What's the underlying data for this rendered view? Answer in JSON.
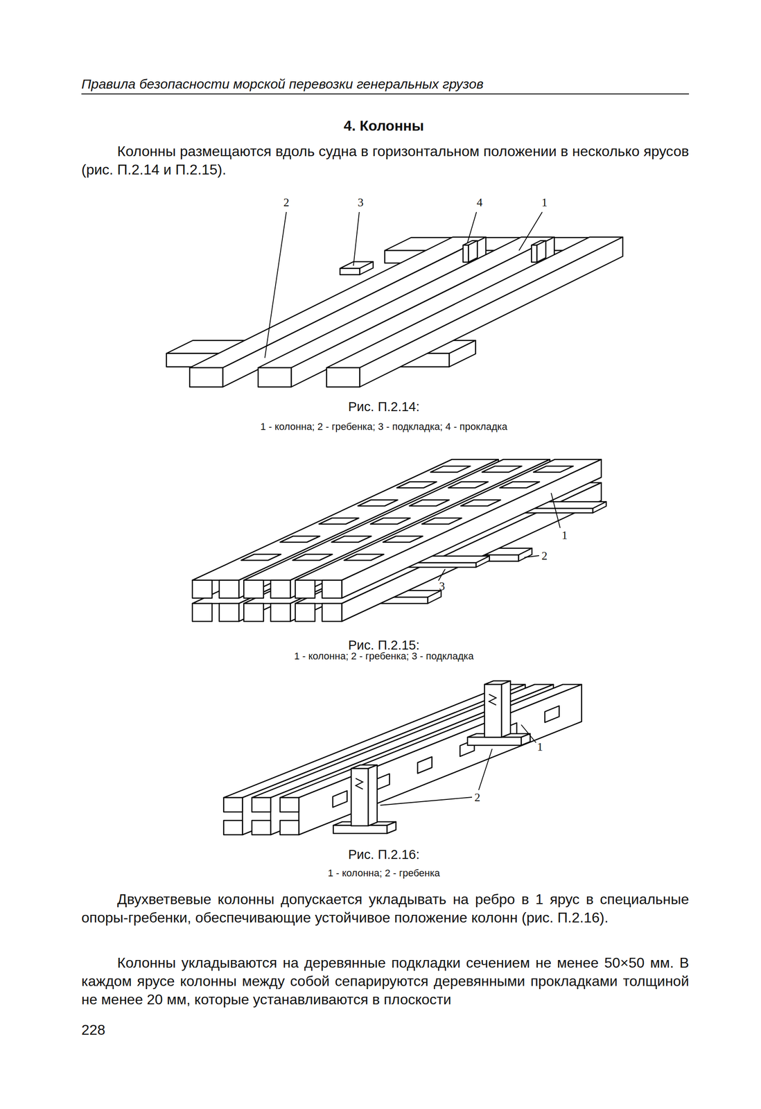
{
  "diagram": {
    "title": "4. Колонны",
    "labels": [
      "Правила безопасности морской перевозки генеральных грузов",
      "Колонны размещаются вдоль судна в горизонтальном положении в несколько ярусов (рис. П.2.14 и П.2.15).",
      "2",
      "3",
      "4",
      "1",
      "Рис. П.2.14:",
      "1 - колонна; 2 - гребенка; 3 - подкладка; 4 - прокладка",
      "1",
      "2",
      "3",
      "Рис. П.2.15:",
      "1 - колонна; 2 - гребенка; 3 - подкладка",
      "1",
      "2",
      "Рис. П.2.16:",
      "1 - колонна; 2 - гребенка",
      "Двухветвевые колонны допускается укладывать на ребро в 1 ярус в специальные опоры-гребенки, обеспечивающие устойчивое положение колонн (рис. П.2.16).",
      "Колонны укладываются на деревянные подкладки сечением не менее 50×50 мм. В каждом ярусе колонны между собой сепарируются деревянными прокладками толщиной не менее 20 мм, которые устанавливаются в плоскости",
      "228"
    ]
  }
}
